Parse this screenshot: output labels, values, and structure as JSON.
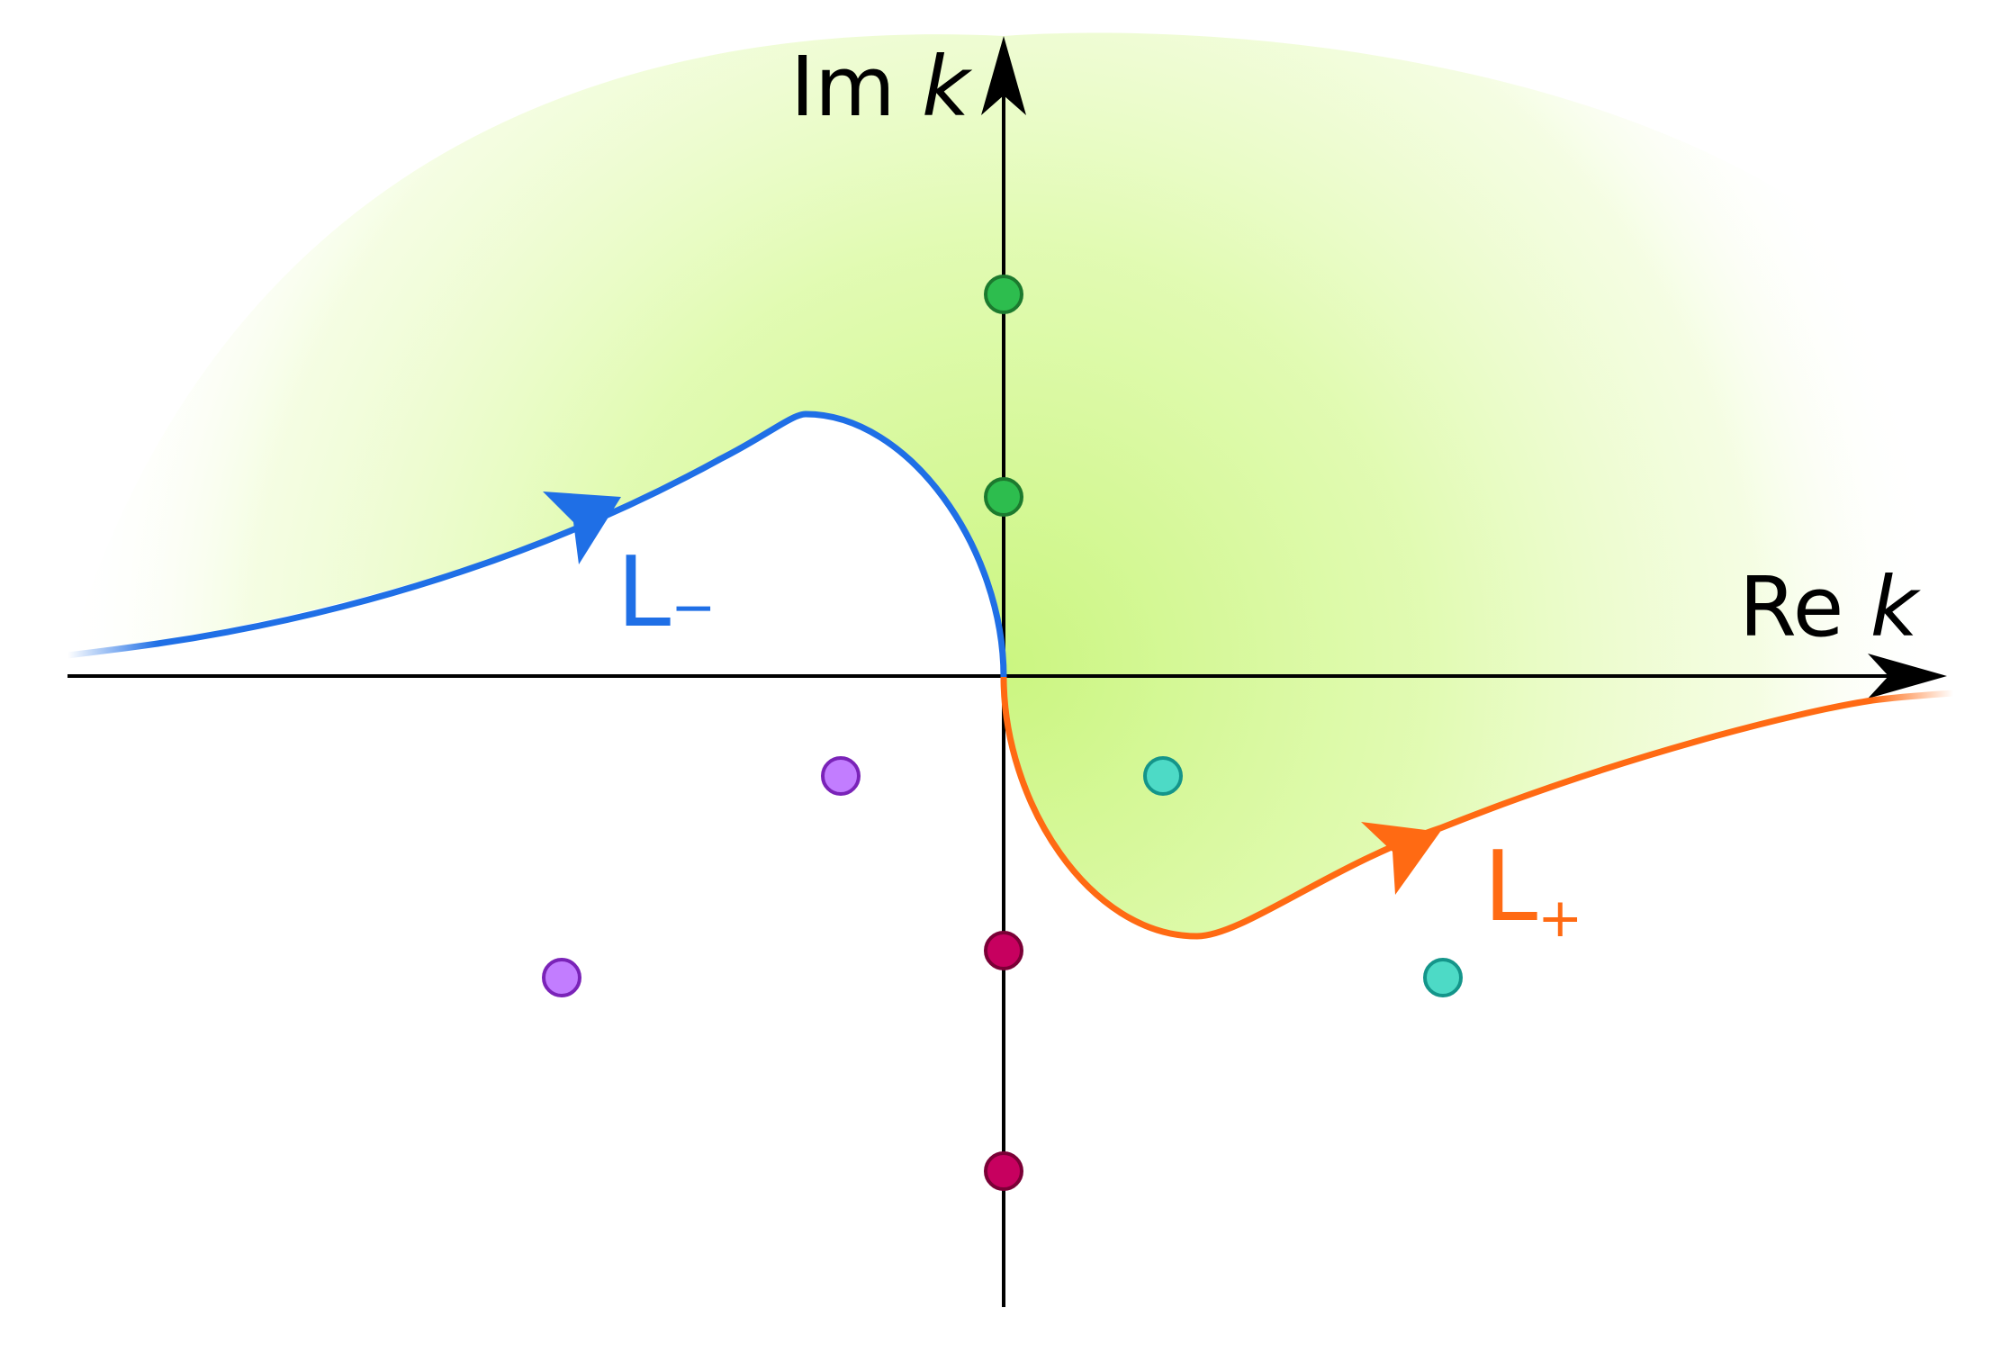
{
  "diagram": {
    "axes": {
      "real": {
        "prefix": "Re",
        "variable": "k"
      },
      "imaginary": {
        "prefix": "Im",
        "variable": "k"
      }
    },
    "contours": [
      {
        "id": "minus",
        "letter": "L",
        "subscript": "−",
        "color": "#1f6fe6"
      },
      {
        "id": "plus",
        "letter": "L",
        "subscript": "+",
        "color": "#ff6a13"
      }
    ],
    "shaded_region_color": "#d9f99a",
    "point_groups": [
      {
        "name": "upper-imaginary",
        "fill": "#2dbd4e",
        "stroke": "#1c7a2e",
        "count": 2
      },
      {
        "name": "lower-imaginary",
        "fill": "#c7005f",
        "stroke": "#7a0036",
        "count": 2
      },
      {
        "name": "left-lower",
        "fill": "#c27dff",
        "stroke": "#7a23b8",
        "count": 2
      },
      {
        "name": "right-lower",
        "fill": "#4ddac6",
        "stroke": "#14958a",
        "count": 2
      }
    ]
  }
}
